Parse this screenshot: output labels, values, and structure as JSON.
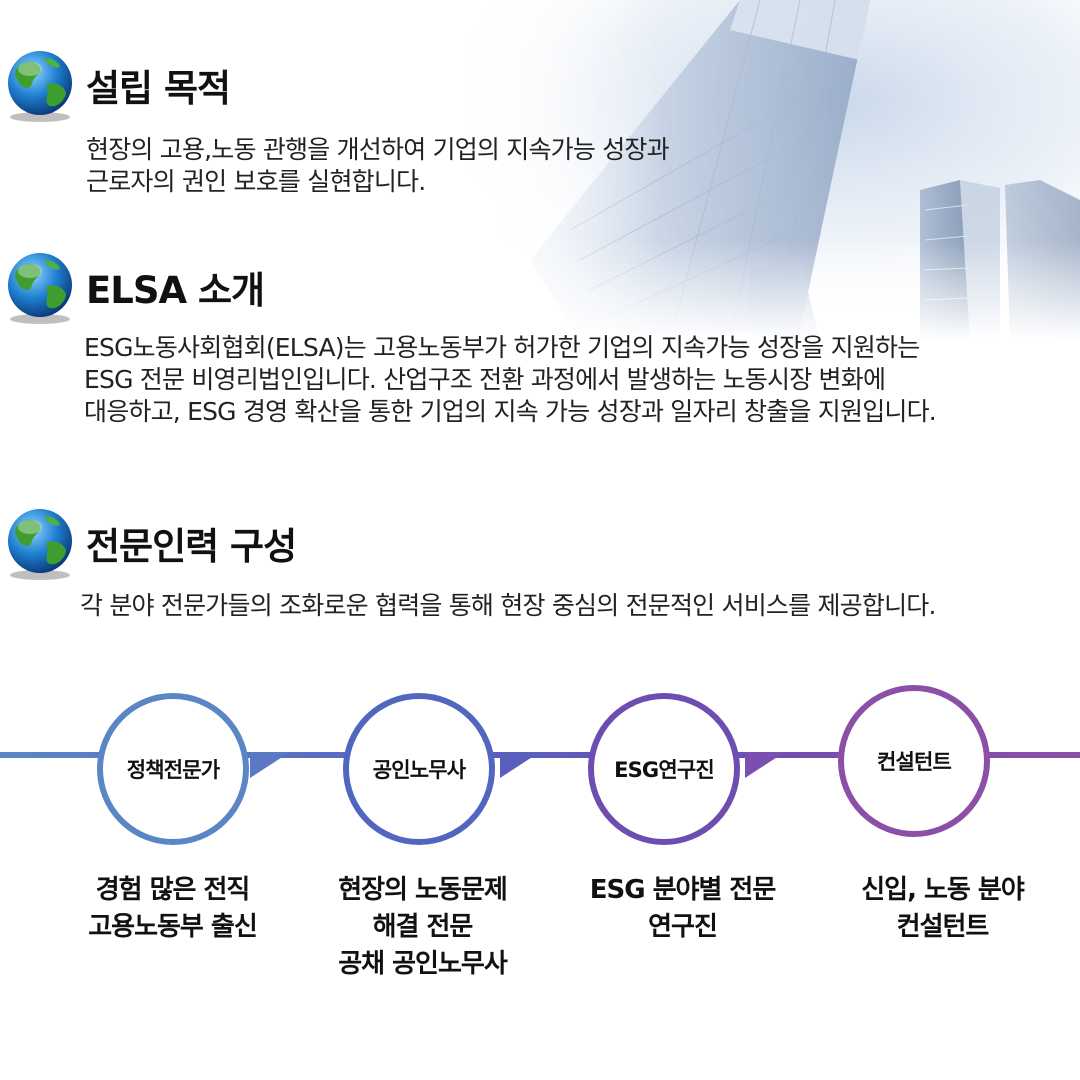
{
  "sections": [
    {
      "heading": "설립 목적",
      "lines": [
        "현장의 고용,노동 관행을 개선하여 기업의 지속가능 성장과",
        "근로자의 권인 보호를 실현합니다."
      ]
    },
    {
      "heading": "ELSA 소개",
      "lines": [
        "ESG노동사회협회(ELSA)는 고용노동부가 허가한 기업의 지속가능 성장을 지원하는",
        "ESG 전문 비영리법인입니다. 산업구조 전환 과정에서 발생하는 노동시장 변화에",
        "대응하고, ESG 경영 확산을 통한 기업의 지속 가능 성장과 일자리 창출을 지원입니다."
      ]
    },
    {
      "heading": "전문인력 구성",
      "lines": [
        "각 분야 전문가들의 조화로운 협력을 통해 현장 중심의 전문적인 서비스를 제공합니다."
      ]
    }
  ],
  "experts": [
    {
      "label": "정책전문가",
      "color": "#5a86c6",
      "desc": [
        "경험 많은 전직",
        "고용노동부 출신"
      ]
    },
    {
      "label": "공인노무사",
      "color": "#5167bf",
      "desc": [
        "현장의 노동문제",
        "해결 전문",
        "공채 공인노무사"
      ]
    },
    {
      "label": "ESG연구진",
      "color": "#6d4eb0",
      "desc": [
        "ESG 분야별 전문",
        "연구진"
      ]
    },
    {
      "label": "컨설턴트",
      "color": "#8c4fa8",
      "desc": [
        "신입, 노동 분야",
        "컨설턴트"
      ]
    }
  ],
  "icons": {
    "section_icon": "globe-icon"
  }
}
